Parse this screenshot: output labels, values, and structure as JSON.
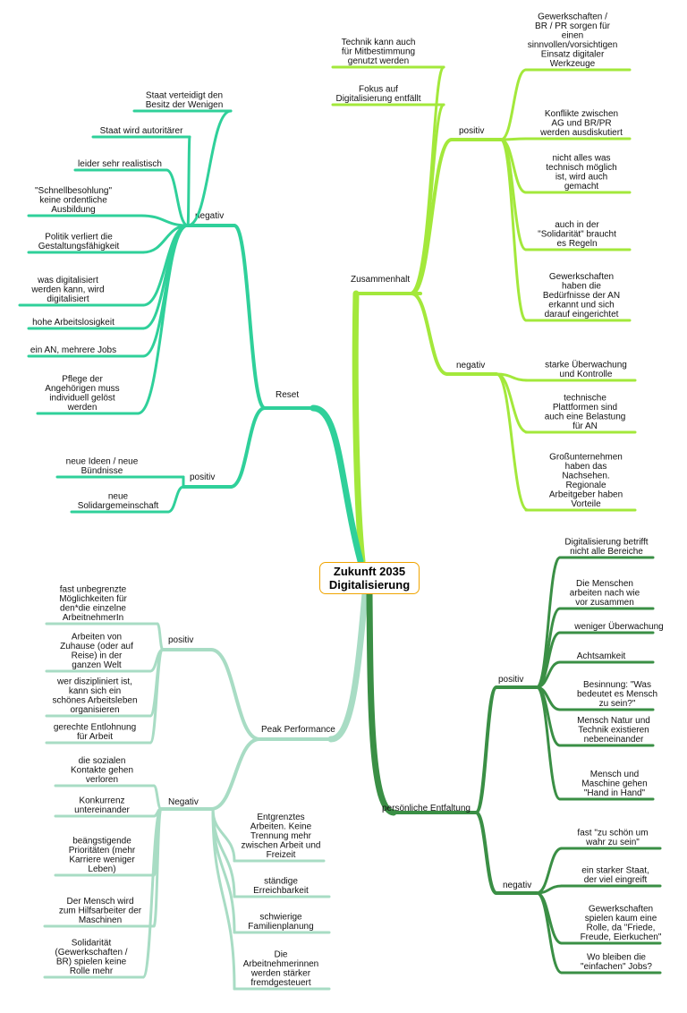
{
  "center": {
    "line1": "Zukunft 2035",
    "line2": "Digitalisierung",
    "border_color": "#f0a400"
  },
  "colors": {
    "zusammenhalt": "#a3e83b",
    "reset": "#2fd09a",
    "peak_performance": "#a8dcc4",
    "persoenliche_entfaltung": "#3a8f45"
  },
  "branches": [
    {
      "id": "zusammenhalt",
      "label": "Zusammenhalt",
      "direct": [
        {
          "lines": [
            "Technik kann auch",
            "für Mitbestimmung",
            "genutzt werden"
          ]
        },
        {
          "lines": [
            "Fokus auf",
            "Digitalisierung entfällt"
          ]
        }
      ],
      "groups": [
        {
          "id": "z-pos",
          "label": "positiv",
          "leaves": [
            {
              "lines": [
                "Gewerkschaften /",
                "BR / PR sorgen für",
                "einen",
                "sinnvollen/vorsichtigen",
                "Einsatz digitaler",
                "Werkzeuge"
              ]
            },
            {
              "lines": [
                "Konflikte zwischen",
                "AG und BR/PR",
                "werden ausdiskutiert"
              ]
            },
            {
              "lines": [
                "nicht alles was",
                "technisch möglich",
                "ist, wird auch",
                "gemacht"
              ]
            },
            {
              "lines": [
                "auch in der",
                "\"Solidarität\" braucht",
                "es Regeln"
              ]
            },
            {
              "lines": [
                "Gewerkschaften",
                "haben die",
                "Bedürfnisse der AN",
                "erkannt und sich",
                "darauf eingerichtet"
              ]
            }
          ]
        },
        {
          "id": "z-neg",
          "label": "negativ",
          "leaves": [
            {
              "lines": [
                "starke Überwachung",
                "und Kontrolle"
              ]
            },
            {
              "lines": [
                "technische",
                "Plattformen sind",
                "auch eine Belastung",
                "für AN"
              ]
            },
            {
              "lines": [
                "Großunternehmen",
                "haben das",
                "Nachsehen.",
                "Regionale",
                "Arbeitgeber haben",
                "Vorteile"
              ]
            }
          ]
        }
      ]
    },
    {
      "id": "reset",
      "label": "Reset",
      "direct": [],
      "groups": [
        {
          "id": "r-neg",
          "label": "negativ",
          "leaves": [
            {
              "lines": [
                "Staat verteidigt den",
                "Besitz der Wenigen"
              ]
            },
            {
              "lines": [
                "Staat wird autoritärer"
              ]
            },
            {
              "lines": [
                "leider sehr realistisch"
              ]
            },
            {
              "lines": [
                "\"Schnellbesohlung\"",
                "keine ordentliche",
                "Ausbildung"
              ]
            },
            {
              "lines": [
                "Politik verliert die",
                "Gestaltungsfähigkeit"
              ]
            },
            {
              "lines": [
                "was digitalisiert",
                "werden kann, wird",
                "digitalisiert"
              ]
            },
            {
              "lines": [
                "hohe Arbeitslosigkeit"
              ]
            },
            {
              "lines": [
                "ein AN, mehrere Jobs"
              ]
            },
            {
              "lines": [
                "Pflege der",
                "Angehörigen muss",
                "individuell gelöst",
                "werden"
              ]
            }
          ]
        },
        {
          "id": "r-pos",
          "label": "positiv",
          "leaves": [
            {
              "lines": [
                "neue Ideen / neue",
                "Bündnisse"
              ]
            },
            {
              "lines": [
                "neue",
                "Solidargemeinschaft"
              ]
            }
          ]
        }
      ]
    },
    {
      "id": "peak",
      "label": "Peak Performance",
      "direct": [
        {
          "lines": [
            "Entgrenztes",
            "Arbeiten. Keine",
            "Trennung mehr",
            "zwischen Arbeit und",
            "Freizeit"
          ]
        },
        {
          "lines": [
            "ständige",
            "Erreichbarkeit"
          ]
        },
        {
          "lines": [
            "schwierige",
            "Familienplanung"
          ]
        },
        {
          "lines": [
            "Die",
            "Arbeitnehmerinnen",
            "werden stärker",
            "fremdgesteuert"
          ]
        }
      ],
      "groups": [
        {
          "id": "p-pos",
          "label": "positiv",
          "leaves": [
            {
              "lines": [
                "fast unbegrenzte",
                "Möglichkeiten für",
                "den*die einzelne",
                "ArbeitnehmerIn"
              ]
            },
            {
              "lines": [
                "Arbeiten von",
                "Zuhause (oder auf",
                "Reise) in der",
                "ganzen Welt"
              ]
            },
            {
              "lines": [
                "wer diszipliniert ist,",
                "kann sich ein",
                "schönes Arbeitsleben",
                "organisieren"
              ]
            },
            {
              "lines": [
                "gerechte Entlohnung",
                "für Arbeit"
              ]
            }
          ]
        },
        {
          "id": "p-neg",
          "label": "Negativ",
          "leaves": [
            {
              "lines": [
                "die sozialen",
                "Kontakte gehen",
                "verloren"
              ]
            },
            {
              "lines": [
                "Konkurrenz",
                "untereinander"
              ]
            },
            {
              "lines": [
                "beängstigende",
                "Prioritäten (mehr",
                "Karriere weniger",
                "Leben)"
              ]
            },
            {
              "lines": [
                "Der Mensch wird",
                "zum Hilfsarbeiter der",
                "Maschinen"
              ]
            },
            {
              "lines": [
                "Solidarität",
                "(Gewerkschaften /",
                "BR) spielen keine",
                "Rolle mehr"
              ]
            }
          ]
        }
      ]
    },
    {
      "id": "entfaltung",
      "label": "persönliche Entfaltung",
      "direct": [],
      "groups": [
        {
          "id": "e-pos",
          "label": "positiv",
          "leaves": [
            {
              "lines": [
                "Digitalisierung betrifft",
                "nicht alle Bereiche"
              ]
            },
            {
              "lines": [
                "Die Menschen",
                "arbeiten nach wie",
                "vor zusammen"
              ]
            },
            {
              "lines": [
                "weniger Überwachung"
              ]
            },
            {
              "lines": [
                "Achtsamkeit"
              ]
            },
            {
              "lines": [
                "Besinnung: \"Was",
                "bedeutet es Mensch",
                "zu sein?\""
              ]
            },
            {
              "lines": [
                "Mensch Natur und",
                "Technik existieren",
                "nebeneinander"
              ]
            },
            {
              "lines": [
                "Mensch und",
                "Maschine gehen",
                "\"Hand in Hand\""
              ]
            }
          ]
        },
        {
          "id": "e-neg",
          "label": "negativ",
          "leaves": [
            {
              "lines": [
                "fast \"zu schön um",
                "wahr zu sein\""
              ]
            },
            {
              "lines": [
                "ein starker Staat,",
                "der viel eingreift"
              ]
            },
            {
              "lines": [
                "Gewerkschaften",
                "spielen kaum eine",
                "Rolle, da \"Friede,",
                "Freude, Eierkuchen\""
              ]
            },
            {
              "lines": [
                "Wo bleiben die",
                "\"einfachen\" Jobs?"
              ]
            }
          ]
        }
      ]
    }
  ]
}
